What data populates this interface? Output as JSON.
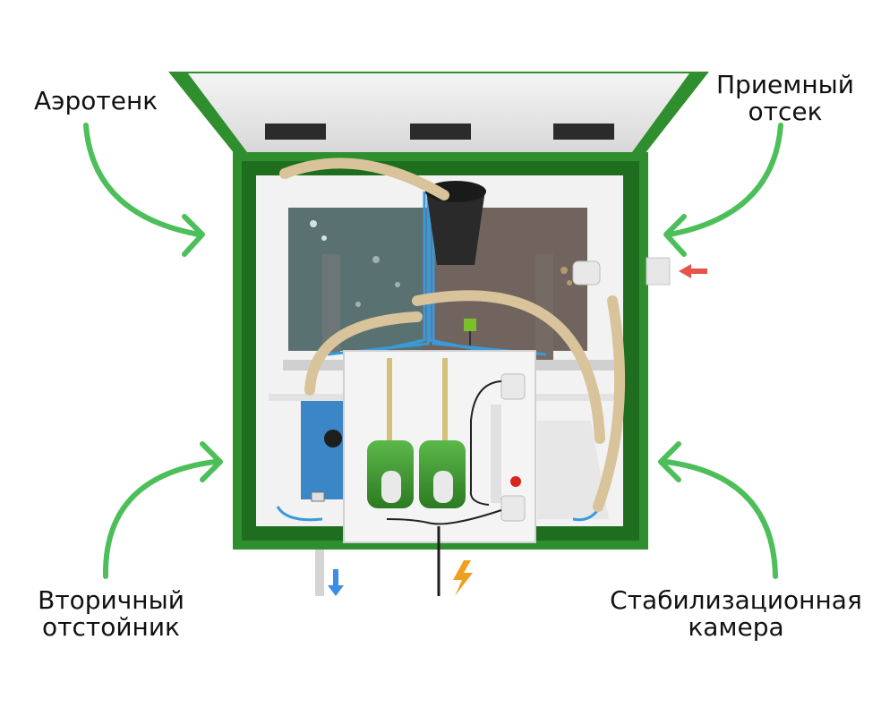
{
  "labels": {
    "aerotank": "Аэротенк",
    "receiving_line1": "Приемный",
    "receiving_line2": "отсек",
    "secondary_line1": "Вторичный",
    "secondary_line2": "отстойник",
    "stabilization_line1": "Стабилизационная",
    "stabilization_line2": "камера"
  },
  "colors": {
    "arrow_green": "#4cbf5a",
    "housing_green": "#2f8f2f",
    "housing_dark": "#1f6e1f",
    "lid_gray": "#e9e9e9",
    "inflow_arrow": "#e5534b",
    "outflow_arrow": "#3a8ee6",
    "power_bolt": "#f0a020",
    "aerotank_water": "#3f5a5a",
    "receiving_water": "#5a4a44",
    "secondary_water": "#3b86c6",
    "pump_green": "#3f9b2f",
    "hose_tan": "#d8c39a"
  },
  "icons": {
    "inflow": "red-arrow-left-icon",
    "outflow": "blue-arrow-down-icon",
    "power": "lightning-bolt-icon"
  }
}
